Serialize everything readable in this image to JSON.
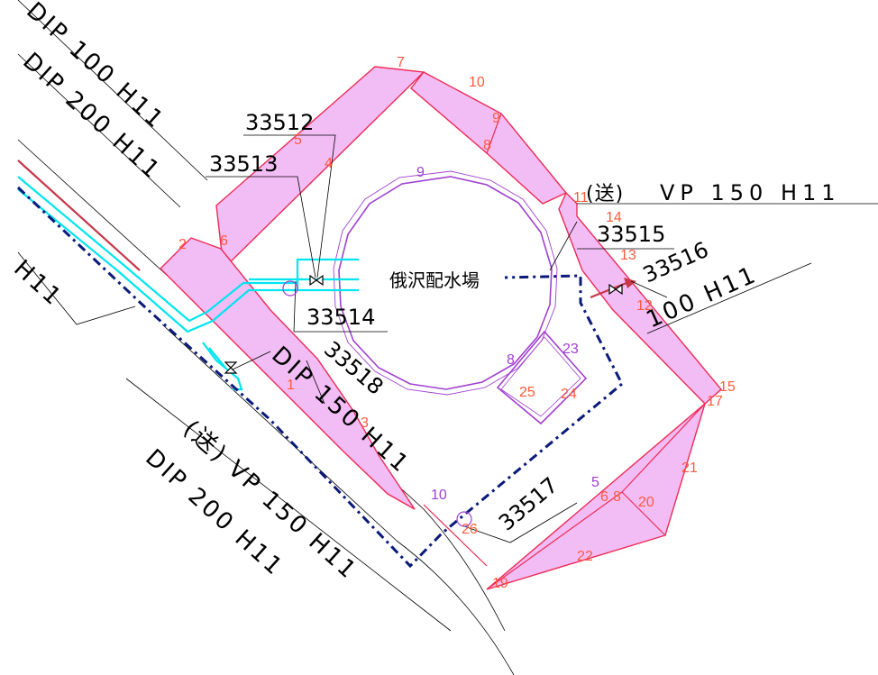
{
  "facility_name": "俄沢配水場",
  "valves": {
    "v33512": "33512",
    "v33513": "33513",
    "v33514": "33514",
    "v33515": "33515",
    "v33516": "33516",
    "v33517": "33517",
    "v33518": "33518"
  },
  "pipes": {
    "dip100": "DIP 100 H11",
    "dip200_upper": "DIP 200 H11",
    "h11_left": "H11",
    "dip150": "DIP 150 H11",
    "vp150_lower": "(送) VP 150 H11",
    "dip200_lower": "DIP 200 H11",
    "vp150_right_tag": "(送)",
    "vp150_right": "VP 150 H11",
    "p100_right": "100 H11"
  },
  "area_numbers": [
    "7",
    "10",
    "9",
    "8",
    "5",
    "4",
    "6",
    "2",
    "1",
    "3",
    "9",
    "11",
    "14",
    "13",
    "12",
    "15",
    "17",
    "23",
    "24",
    "25",
    "8",
    "10",
    "26",
    "5",
    "6",
    "8",
    "20",
    "21",
    "22",
    "19"
  ],
  "colors": {
    "polygon_fill": "#f2bdf5",
    "polygon_stroke": "#ee2a55",
    "number_color": "#ff5a3c",
    "water_line": "#00e5f0",
    "dashed_line": "#0a1a7a",
    "red_line": "#c8374a",
    "label_line": "#000000",
    "tank_outline": "#a040d0"
  }
}
